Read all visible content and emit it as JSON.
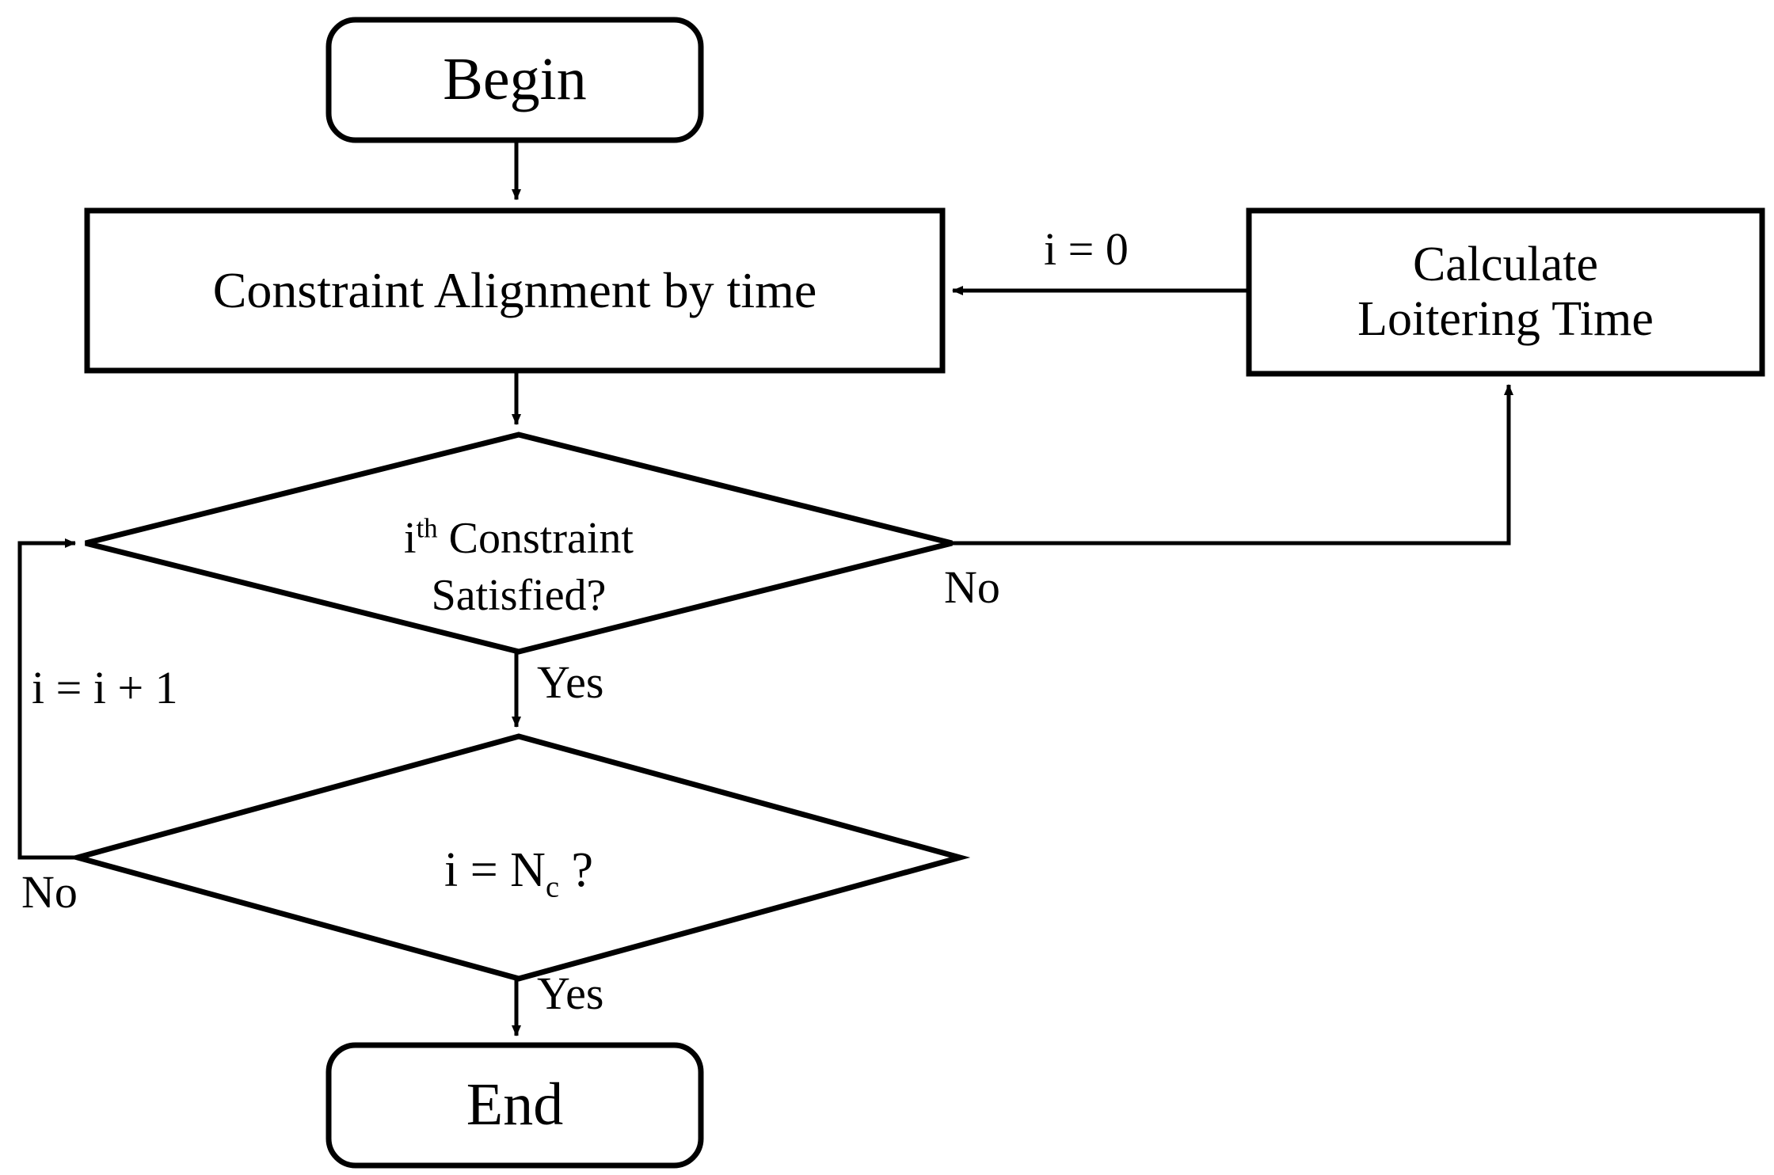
{
  "diagram": {
    "title": "Constraint Alignment Flowchart",
    "background_color": "#ffffff",
    "stroke_color": "#000000",
    "nodes": {
      "begin": {
        "label": "Begin",
        "shape": "rounded-rectangle"
      },
      "constraint_alignment": {
        "label": "Constraint Alignment by time",
        "shape": "rectangle"
      },
      "calculate_loitering": {
        "label": "Calculate\nLoitering Time",
        "shape": "rectangle"
      },
      "constraint_check": {
        "label_prefix": "i",
        "label_sup": "th",
        "label_rest": " Constraint",
        "label_line2": "Satisfied?",
        "shape": "diamond"
      },
      "counter_check": {
        "label_prefix": "i = N",
        "label_sub": "c",
        "label_rest": " ?",
        "shape": "diamond"
      },
      "end": {
        "label": "End",
        "shape": "rounded-rectangle"
      }
    },
    "edge_labels": {
      "init_counter": "i = 0",
      "constraint_no": "No",
      "constraint_yes": "Yes",
      "increment": "i = i + 1",
      "counter_no": "No",
      "counter_yes": "Yes"
    }
  }
}
